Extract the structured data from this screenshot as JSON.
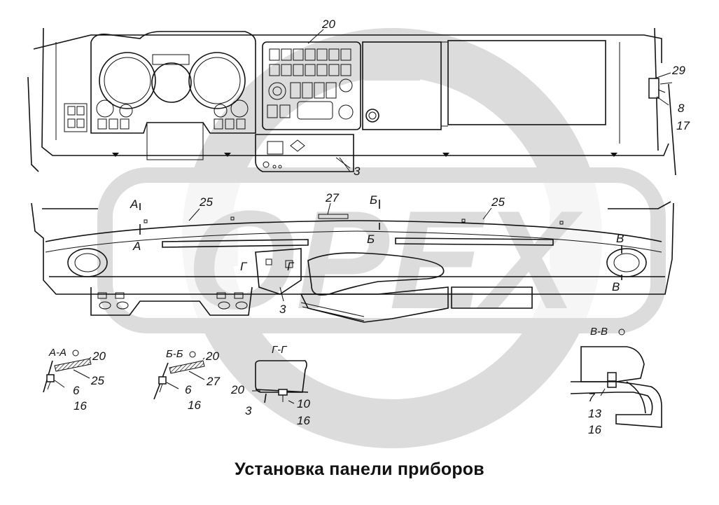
{
  "caption": "Установка панели приборов",
  "watermark": {
    "text": "OPEX",
    "color": "#d9d9d9"
  },
  "callouts": {
    "top_20": "20",
    "top_3": "3",
    "top_29": "29",
    "top_8": "8",
    "top_17": "17",
    "mid_A_top": "А",
    "mid_A_bot": "А",
    "mid_25_left": "25",
    "mid_27": "27",
    "mid_B_top": "Б",
    "mid_B_bot": "Б",
    "mid_25_right": "25",
    "mid_V_top": "В",
    "mid_V_bot": "В",
    "mid_G_left": "Г",
    "mid_G_right": "Г",
    "mid_3": "3"
  },
  "sections": {
    "aa": {
      "title": "А-А",
      "labels": [
        "20",
        "25",
        "6",
        "16"
      ]
    },
    "bb": {
      "title": "Б-Б",
      "labels": [
        "20",
        "27",
        "6",
        "16"
      ]
    },
    "gg": {
      "title": "Г-Г",
      "labels": [
        "20",
        "3",
        "10",
        "16"
      ]
    },
    "vv": {
      "title": "В-В",
      "labels": [
        "7",
        "13",
        "16"
      ]
    }
  }
}
